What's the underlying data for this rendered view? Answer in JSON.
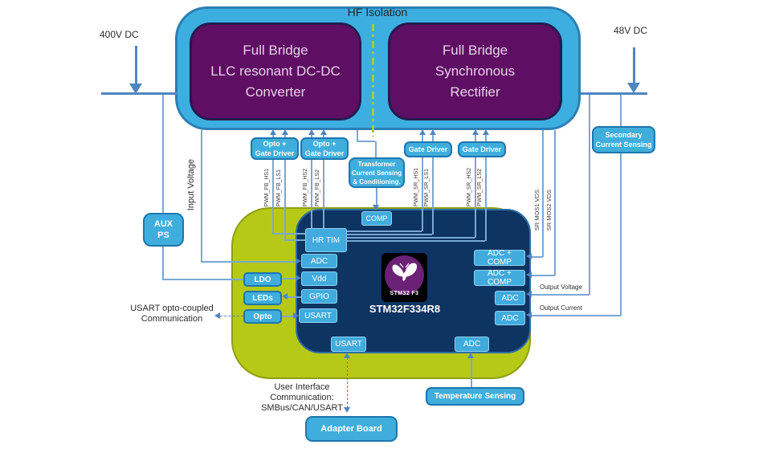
{
  "header": {
    "hf_isolation": "HF Isolation",
    "input_rail": "400V DC",
    "output_rail": "48V DC"
  },
  "power_stage": {
    "primary": {
      "line1": "Full Bridge",
      "line2": "LLC resonant DC-DC",
      "line3": "Converter"
    },
    "secondary": {
      "line1": "Full Bridge",
      "line2": "Synchronous",
      "line3": "Rectifier"
    }
  },
  "drivers": {
    "opto_gate_driver_1": {
      "line1": "Opto +",
      "line2": "Gate Driver"
    },
    "opto_gate_driver_2": {
      "line1": "Opto +",
      "line2": "Gate Driver"
    },
    "gate_driver_1": "Gate Driver",
    "gate_driver_2": "Gate Driver"
  },
  "sensing": {
    "transformer": {
      "line1": "Transformer",
      "line2": "Current Sensing",
      "line3": "& Conditioning."
    },
    "secondary_current": {
      "line1": "Secondary",
      "line2": "Current Sensing"
    },
    "temperature": "Temperature Sensing"
  },
  "signals": {
    "pwm_fb_hs1": "PWM_FB_HS1",
    "pwm_fb_ls1": "PWM_FB_LS1",
    "pwm_fb_hs2": "PWM_FB_HS2",
    "pwm_fb_ls2": "PWM_FB_LS2",
    "pwm_sr_hs1": "PWM_SR_HS1",
    "pwm_sr_ls1": "PWM_SR_LS1",
    "pwm_sr_hs2": "PWM_SR_HS2",
    "pwm_sr_ls2": "PWM_SR_LS2",
    "sr_mos1_vds": "SR MOS1 VDS",
    "sr_mos2_vds": "SR MOS2 VDS",
    "input_voltage": "Input Voltage",
    "output_voltage": "Output Voltage",
    "output_current": "Output Current"
  },
  "aux": {
    "aux_ps_line1": "AUX",
    "aux_ps_line2": "PS",
    "ldo": "LDO",
    "leds": "LEDs",
    "opto": "Opto",
    "usart_comm_line1": "USART opto-coupled",
    "usart_comm_line2": "Communication"
  },
  "mcu": {
    "part_number": "STM32F334R8",
    "logo_text": "STM32 F3",
    "logo_icon": "stm32-butterfly-icon",
    "comp": "COMP",
    "hrtim": "HR TIM",
    "adc_left": "ADC",
    "vdd": "Vdd",
    "gpio": "GPIO",
    "usart_left": "USART",
    "adc_comp_1": "ADC + COMP",
    "adc_comp_2": "ADC + COMP",
    "adc_right_1": "ADC",
    "adc_right_2": "ADC",
    "usart_bottom": "USART",
    "adc_bottom": "ADC"
  },
  "bottom": {
    "ui_comm_line1": "User Interface",
    "ui_comm_line2": "Communication:",
    "ui_comm_line3": "SMBus/CAN/USART",
    "adapter_board": "Adapter Board"
  },
  "colors": {
    "container_blue": "#3DAEE0",
    "box_blue": "#3FAEDC",
    "purple": "#5E0E63",
    "board_green": "#B5C916",
    "mcu_navy": "#0E3462",
    "wire_blue": "#7AA7D4",
    "arrow_blue": "#4F86C0",
    "isolation_dash_green": "#A9CB37"
  }
}
